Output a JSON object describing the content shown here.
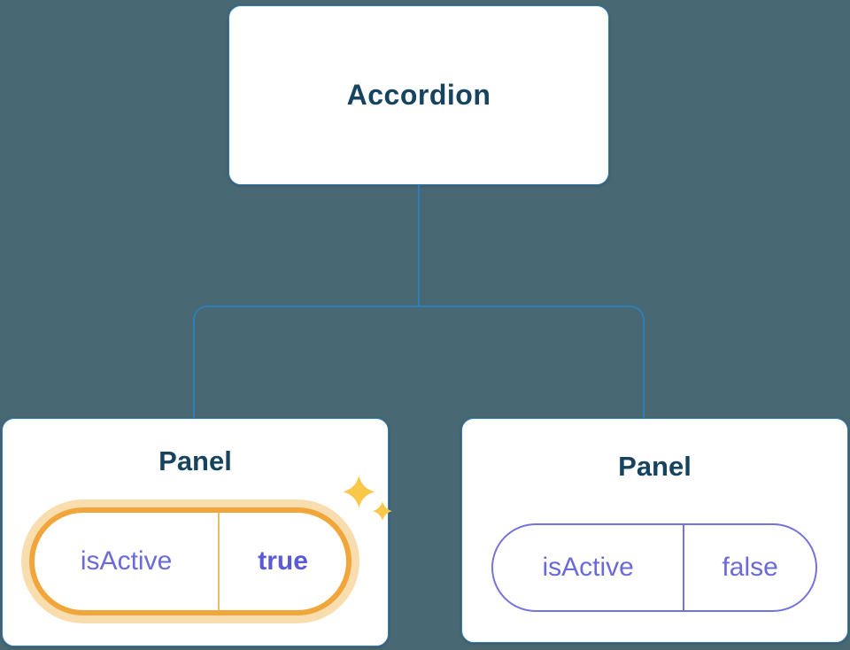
{
  "diagram": {
    "root": {
      "label": "Accordion"
    },
    "panels": [
      {
        "label": "Panel",
        "prop_name": "isActive",
        "prop_value": "true",
        "highlighted": true
      },
      {
        "label": "Panel",
        "prop_name": "isActive",
        "prop_value": "false",
        "highlighted": false
      }
    ]
  },
  "colors": {
    "background": "#486874",
    "node_border": "#2e7eb8",
    "node_text": "#16435f",
    "connector": "#2e7eb8",
    "prop_text": "#6a6ad8",
    "prop_value_active_text": "#5a5ad8",
    "highlight_border": "#f1a63c",
    "highlight_glow": "#f8ddae",
    "inactive_pill_border": "#7474da",
    "sparkle": "#f9c84b"
  }
}
